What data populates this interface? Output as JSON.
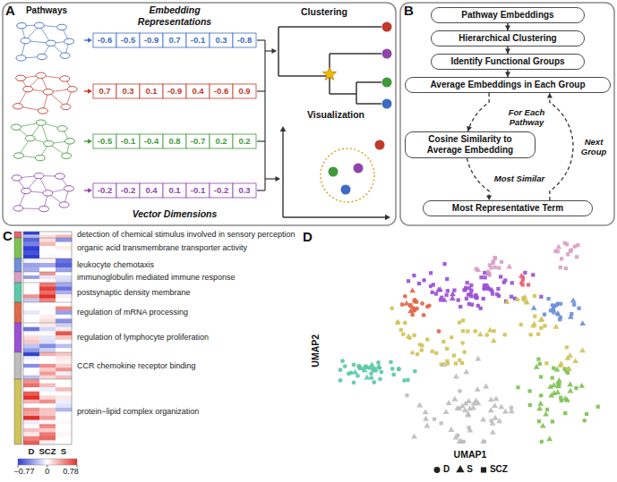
{
  "diagram": {
    "nodes": [
      {
        "text": [
          "Pathway Embeddings"
        ]
      },
      {
        "text": [
          "Hierarchical Clustering"
        ]
      },
      {
        "text": [
          "Identify Functional Groups"
        ]
      },
      {
        "text": [
          "Average Embeddings in Each Group"
        ]
      },
      {
        "text": [
          "Cosine Similarity to Average Embedding"
        ]
      },
      {
        "text": [
          "Most Representative Term"
        ]
      }
    ],
    "edges": [
      {
        "from": 0,
        "to": 1,
        "arrow": "to"
      },
      {
        "from": 1,
        "to": 2,
        "arrow": "to"
      },
      {
        "from": 2,
        "to": 3,
        "arrow": "to"
      },
      {
        "from": 3,
        "to": 4,
        "arrow": "to",
        "label": "For Each Pathway"
      },
      {
        "from": 4,
        "to": 5,
        "arrow": "to",
        "label": "Most Similar"
      },
      {
        "from": 5,
        "to": 3,
        "arrow": "to",
        "label": "Next Group"
      }
    ],
    "labels": [
      "A",
      "Pathways",
      "Embedding Representations",
      "-0.6",
      "-0.5",
      "-0.9",
      "0.7",
      "-0.1",
      "0.3",
      "-0.8",
      "0.7",
      "0.3",
      "0.1",
      "-0.9",
      "0.4",
      "-0.6",
      "0.9",
      "-0.5",
      "-0.1",
      "-0.4",
      "0.8",
      "-0.7",
      "0.2",
      "0.2",
      "-0.2",
      "-0.2",
      "0.4",
      "0.1",
      "-0.1",
      "-0.2",
      "0.3",
      "Vector Dimensions",
      "Clustering",
      "Visualization",
      "B",
      "C",
      "detection of chemical stimulus involved in sensory perception",
      "organic acid transmembrane transporter activity",
      "leukocyte chemotaxis",
      "immunoglobulin mediated immune response",
      "postsynaptic density membrane",
      "regulation of mRNA processing",
      "regulation of lymphocyte proliferation",
      "CCR chemokine receptor binding",
      "protein−lipid complex organization",
      "D",
      "SCZ",
      "S",
      "−0.77",
      "0",
      "0.78",
      "D",
      "UMAP2",
      "UMAP1"
    ],
    "legend": [
      {
        "text": "D"
      },
      {
        "text": "S"
      },
      {
        "text": "SCZ"
      }
    ]
  }
}
